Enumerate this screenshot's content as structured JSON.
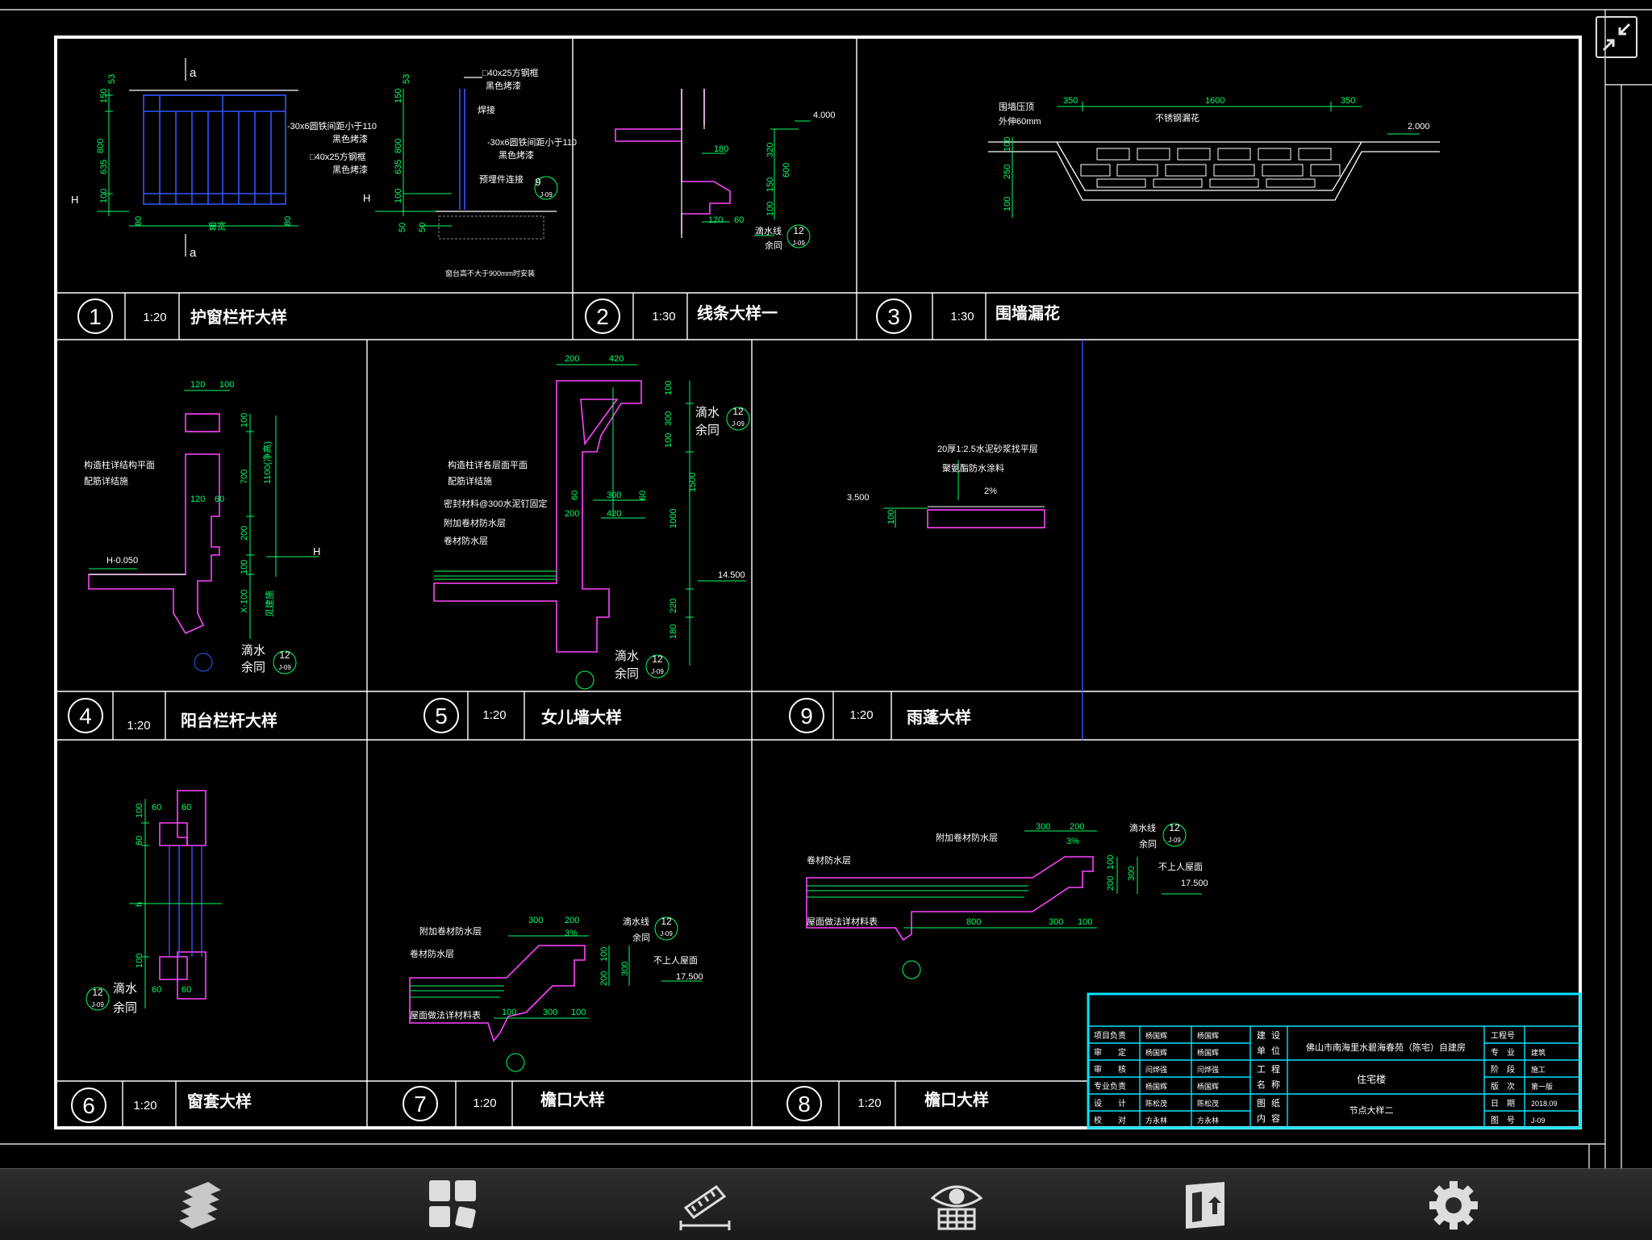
{
  "app": {
    "exit_fullscreen_icon": "collapse-icon"
  },
  "toolbar": {
    "items": [
      {
        "name": "layers",
        "icon": "layers-icon"
      },
      {
        "name": "layouts",
        "icon": "layouts-icon"
      },
      {
        "name": "measure",
        "icon": "ruler-icon"
      },
      {
        "name": "view",
        "icon": "eye-grid-icon"
      },
      {
        "name": "export",
        "icon": "export-icon"
      },
      {
        "name": "settings",
        "icon": "gear-icon"
      }
    ]
  },
  "colors": {
    "frame": "#ffffff",
    "text": "#ffffff",
    "dimension": "#00ff66",
    "section": "#ff44ff",
    "cyan": "#00e5ff",
    "blue": "#3355ff"
  },
  "drawing": {
    "details": [
      {
        "num": "1",
        "scale": "1:20",
        "title": "护窗栏杆大样"
      },
      {
        "num": "2",
        "scale": "1:30",
        "title": "线条大样一"
      },
      {
        "num": "3",
        "scale": "1:30",
        "title": "围墙漏花"
      },
      {
        "num": "4",
        "scale": "1:20",
        "title": "阳台栏杆大样"
      },
      {
        "num": "5",
        "scale": "1:20",
        "title": "女儿墙大样"
      },
      {
        "num": "9",
        "scale": "1:20",
        "title": "雨蓬大样"
      },
      {
        "num": "6",
        "scale": "1:20",
        "title": "窗套大样"
      },
      {
        "num": "7",
        "scale": "1:20",
        "title": "檐口大样"
      },
      {
        "num": "8",
        "scale": "1:20",
        "title": "檐口大样"
      }
    ],
    "notes": {
      "d1_a": "-30x6圆铁间距小于110",
      "d1_b": "黑色烤漆",
      "d1_c": "□40x25方钢框",
      "d1_d": "黑色烤漆",
      "d1_e": "□40x25方钢框",
      "d1_f": "黑色烤漆",
      "d1_g": "焊接",
      "d1_h": "-30x6圆铁间距小于110",
      "d1_i": "黑色烤漆",
      "d1_j": "预埋件连接",
      "d1_k": "窗台高不大于900mm时安装",
      "d1_l": "窗宽",
      "d2_a": "滴水线",
      "d2_b": "余同",
      "d2_elev": "4.000",
      "d3_a": "围墙压顶",
      "d3_b": "外伸60mm",
      "d3_c": "不锈钢漏花",
      "d3_elev": "2.000",
      "d4_a": "构造柱详结构平面",
      "d4_b": "配筋详结施",
      "d4_elev": "H-0.050",
      "d4_c": "滴水",
      "d4_d": "余同",
      "d4_e": "1100(净高)",
      "d4_f": "见建施",
      "d5_a": "构造柱详各层面平面",
      "d5_b": "配筋详结施",
      "d5_c": "密封材料@300水泥钉固定",
      "d5_d": "附加卷材防水层",
      "d5_e": "卷材防水层",
      "d5_f": "滴水",
      "d5_g": "余同",
      "d5_h": "滴水",
      "d5_i": "余同",
      "d5_elev": "14.500",
      "d9_a": "20厚1:2.5水泥砂浆找平层",
      "d9_b": "聚氨酯防水涂料",
      "d9_c": "2%",
      "d9_elev": "3.500",
      "d6_a": "滴水",
      "d6_b": "余同",
      "d7_a": "附加卷材防水层",
      "d7_b": "卷材防水层",
      "d7_c": "屋面做法详材料表",
      "d7_d": "滴水线",
      "d7_e": "余同",
      "d7_f": "不上人屋面",
      "d7_elev": "17.500",
      "d7_g": "3%",
      "d8_a": "附加卷材防水层",
      "d8_b": "卷材防水层",
      "d8_c": "屋面做法详材料表",
      "d8_d": "滴水线",
      "d8_e": "余同",
      "d8_f": "不上人屋面",
      "d8_elev": "17.500",
      "d8_g": "3%",
      "ref_top": "12",
      "ref_bot": "J-09",
      "ref9_top": "9",
      "ref9_bot": "J-09",
      "sec_a": "a",
      "h": "H"
    },
    "dims": {
      "d1": [
        "53",
        "150",
        "800",
        "635",
        "100",
        "80",
        "80"
      ],
      "d1s": [
        "53",
        "150",
        "800",
        "635",
        "100",
        "50",
        "50"
      ],
      "d2": [
        "180",
        "120",
        "60",
        "320",
        "600",
        "150",
        "100"
      ],
      "d3": [
        "350",
        "1600",
        "350",
        "100",
        "250",
        "100"
      ],
      "d4": [
        "120",
        "100",
        "100",
        "700",
        "120",
        "60",
        "200",
        "100",
        "X-100"
      ],
      "d5": [
        "200",
        "420",
        "100",
        "300",
        "100",
        "1500",
        "60",
        "300",
        "60",
        "200",
        "420",
        "1000",
        "220",
        "180"
      ],
      "d9": [
        "100"
      ],
      "d6": [
        "60",
        "60",
        "100",
        "60",
        "h",
        "100",
        "60",
        "60"
      ],
      "d7": [
        "300",
        "200",
        "100",
        "300",
        "200",
        "100",
        "300",
        "100"
      ],
      "d8": [
        "300",
        "200",
        "100",
        "300",
        "200",
        "800",
        "300",
        "100"
      ]
    },
    "title_block": {
      "roles": [
        "项目负责",
        "审　　定",
        "审　　核",
        "专业负责",
        "设　　计",
        "校　　对"
      ],
      "names": [
        "杨国辉",
        "杨国辉",
        "闫烨强",
        "杨国辉",
        "陈松茂",
        "方永林"
      ],
      "sigs": [
        "杨国辉",
        "杨国辉",
        "闫烨强",
        "杨国辉",
        "陈松茂",
        "方永林"
      ],
      "build_unit_label": [
        "建",
        "设",
        "单",
        "位"
      ],
      "project_name_label": [
        "工",
        "程",
        "名",
        "称"
      ],
      "drawing_content_label": [
        "图",
        "纸",
        "内",
        "容"
      ],
      "build_unit": "佛山市南海里水碧海春苑（陈宅）自建房",
      "project_name": "住宅楼",
      "drawing_content": "节点大样二",
      "right_labels": [
        "工程号",
        "专　业",
        "阶　段",
        "版　次",
        "日　期",
        "图　号"
      ],
      "right_values": [
        "",
        "建筑",
        "施工",
        "第一版",
        "2018.09",
        "J-09"
      ]
    }
  }
}
